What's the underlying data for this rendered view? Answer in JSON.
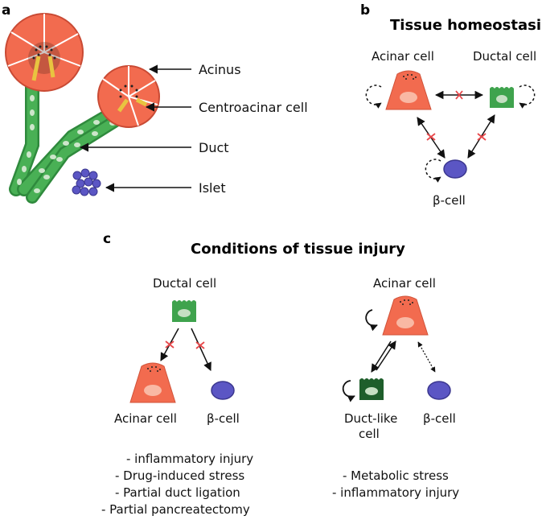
{
  "panels": {
    "a": "a",
    "b": "b",
    "c": "c"
  },
  "panel_a": {
    "labels": {
      "acinus": "Acinus",
      "centroacinar": "Centroacinar cell",
      "duct": "Duct",
      "islet": "Islet"
    }
  },
  "panel_b": {
    "title": "Tissue homeostasis",
    "acinar": "Acinar cell",
    "ductal": "Ductal cell",
    "beta": "β-cell"
  },
  "panel_c": {
    "title": "Conditions of tissue injury",
    "left": {
      "top": "Ductal cell",
      "acinar": "Acinar cell",
      "beta": "β-cell",
      "conditions": [
        "- inflammatory injury",
        "- Drug-induced stress",
        "- Partial duct ligation",
        "- Partial pancreatectomy"
      ]
    },
    "right": {
      "top": "Acinar cell",
      "ductlike_1": "Duct-like",
      "ductlike_2": "cell",
      "beta": "β-cell",
      "conditions": [
        "- Metabolic stress",
        "- inflammatory injury"
      ]
    }
  },
  "colors": {
    "acinar": "#f26b4f",
    "acinar_nucleus": "#f9b8a4",
    "ductal": "#3fa34d",
    "ductal_nucleus": "#c6dfc3",
    "ductlike": "#1e5e2b",
    "beta": "#5b56c4",
    "inhibit": "#e8474a"
  }
}
